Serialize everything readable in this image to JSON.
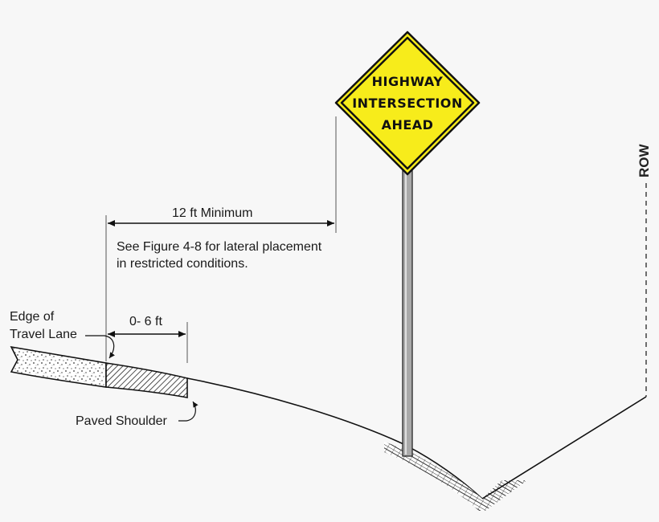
{
  "sign": {
    "line1": "HIGHWAY",
    "line2": "INTERSECTION",
    "line3": "AHEAD",
    "fill_color": "#f7ec1b",
    "border_color": "#111111"
  },
  "dimensions": {
    "offset_label": "12 ft Minimum",
    "note_line1": "See Figure 4-8 for lateral placement",
    "note_line2": "in restricted conditions.",
    "shoulder_width_label": "0- 6 ft"
  },
  "callouts": {
    "edge_line1": "Edge of",
    "edge_line2": "Travel Lane",
    "paved_shoulder": "Paved Shoulder",
    "row": "ROW"
  }
}
